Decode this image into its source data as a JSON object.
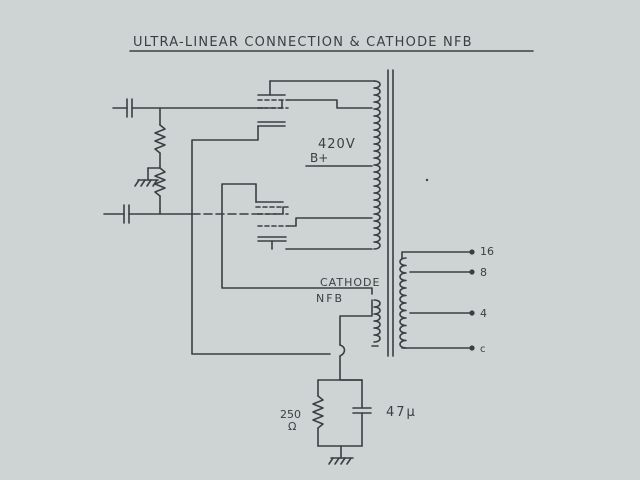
{
  "diagram": {
    "title": "ULTRA-LINEAR CONNECTION & CATHODE NFB",
    "labels": {
      "supply_voltage": "420V",
      "supply_rail": "B+",
      "cathode_line1": "CATHODE",
      "cathode_line2": "NFB",
      "resistor_value": "250",
      "resistor_unit": "Ω",
      "capacitor_value": "47μ",
      "tap_16": "16",
      "tap_8": "8",
      "tap_4": "4",
      "tap_common": "c"
    }
  },
  "colors": {
    "paper": "#ced3d3",
    "ink": "#3a3f45"
  }
}
